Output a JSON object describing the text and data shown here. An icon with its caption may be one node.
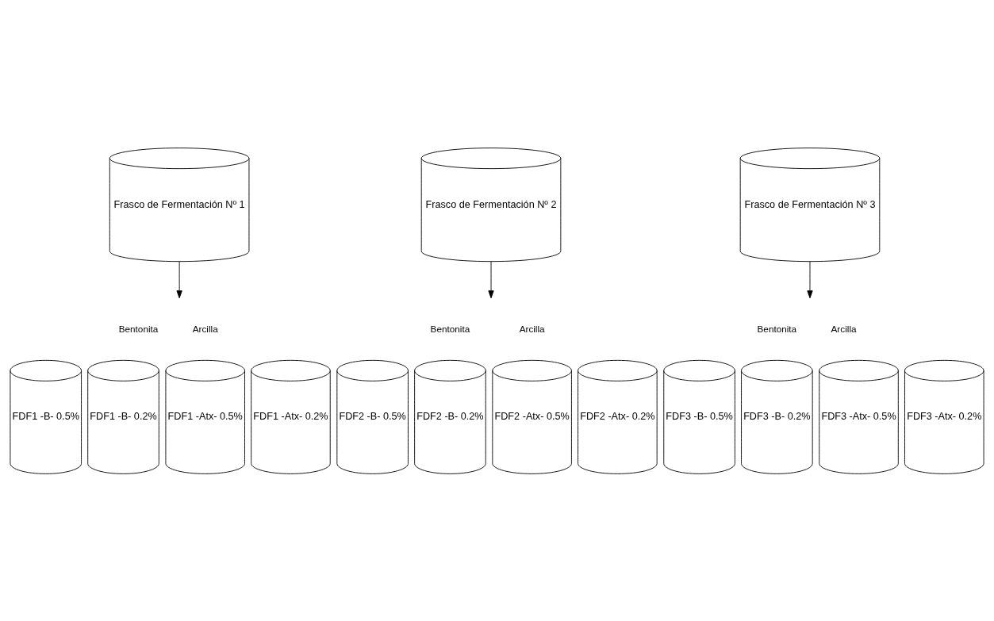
{
  "diagram": {
    "nodes": [
      {
        "text": [
          "Frasco de Fermentación Nº 1"
        ]
      },
      {
        "text": [
          "Frasco de Fermentación Nº 2"
        ]
      },
      {
        "text": [
          "Frasco de Fermentación Nº 3"
        ]
      },
      {
        "text": [
          "FDF1 -B- 0.5%"
        ]
      },
      {
        "text": [
          "FDF1 -B- 0.2%"
        ]
      },
      {
        "text": [
          "FDF1 -Atx- 0.5%"
        ]
      },
      {
        "text": [
          "FDF1 -Atx- 0.2%"
        ]
      },
      {
        "text": [
          "FDF2 -B- 0.5%"
        ]
      },
      {
        "text": [
          "FDF2 -B- 0.2%"
        ]
      },
      {
        "text": [
          "FDF2 -Atx- 0.5%"
        ]
      },
      {
        "text": [
          "FDF2 -Atx- 0.2%"
        ]
      },
      {
        "text": [
          "FDF3 -B- 0.5%"
        ]
      },
      {
        "text": [
          "FDF3 -B- 0.2%"
        ]
      },
      {
        "text": [
          "FDF3 -Atx- 0.5%"
        ]
      },
      {
        "text": [
          "FDF3 -Atx- 0.2%"
        ]
      }
    ],
    "edges": [
      {
        "from": 0,
        "to": null,
        "arrow": "to"
      },
      {
        "from": 1,
        "to": null,
        "arrow": "to"
      },
      {
        "from": 2,
        "to": null,
        "arrow": "to"
      }
    ],
    "labels": [
      "Bentonita",
      "Arcilla",
      "Bentonita",
      "Arcilla",
      "Bentonita",
      "Arcilla"
    ]
  }
}
